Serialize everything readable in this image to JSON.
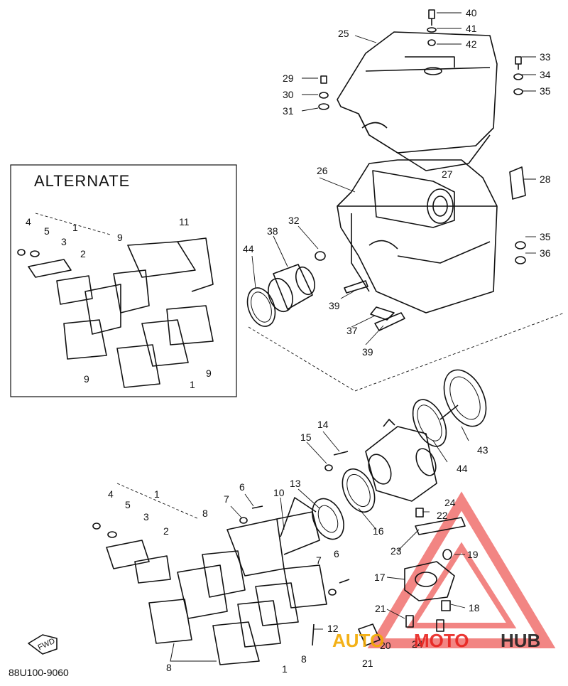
{
  "diagram": {
    "alternate_title": "ALTERNATE",
    "drawing_code": "88U100-9060",
    "fwd_label": "FWD",
    "callouts": [
      "40",
      "41",
      "42",
      "25",
      "33",
      "34",
      "35",
      "29",
      "30",
      "31",
      "26",
      "27",
      "28",
      "32",
      "38",
      "44",
      "39",
      "37",
      "39",
      "35",
      "36",
      "1",
      "4",
      "5",
      "3",
      "2",
      "9",
      "11",
      "9",
      "9",
      "1",
      "14",
      "15",
      "43",
      "44",
      "13",
      "16",
      "6",
      "7",
      "10",
      "1",
      "4",
      "5",
      "3",
      "2",
      "8",
      "24",
      "22",
      "23",
      "19",
      "17",
      "18",
      "7",
      "6",
      "21",
      "12",
      "20",
      "24",
      "21",
      "8",
      "1",
      "8"
    ]
  },
  "watermark": {
    "auto": "AUTO",
    "moto": "MOTO",
    "hub": "HUB",
    "colors": {
      "auto": "#f2a900",
      "moto": "#e8231f",
      "hub": "#222222"
    }
  }
}
